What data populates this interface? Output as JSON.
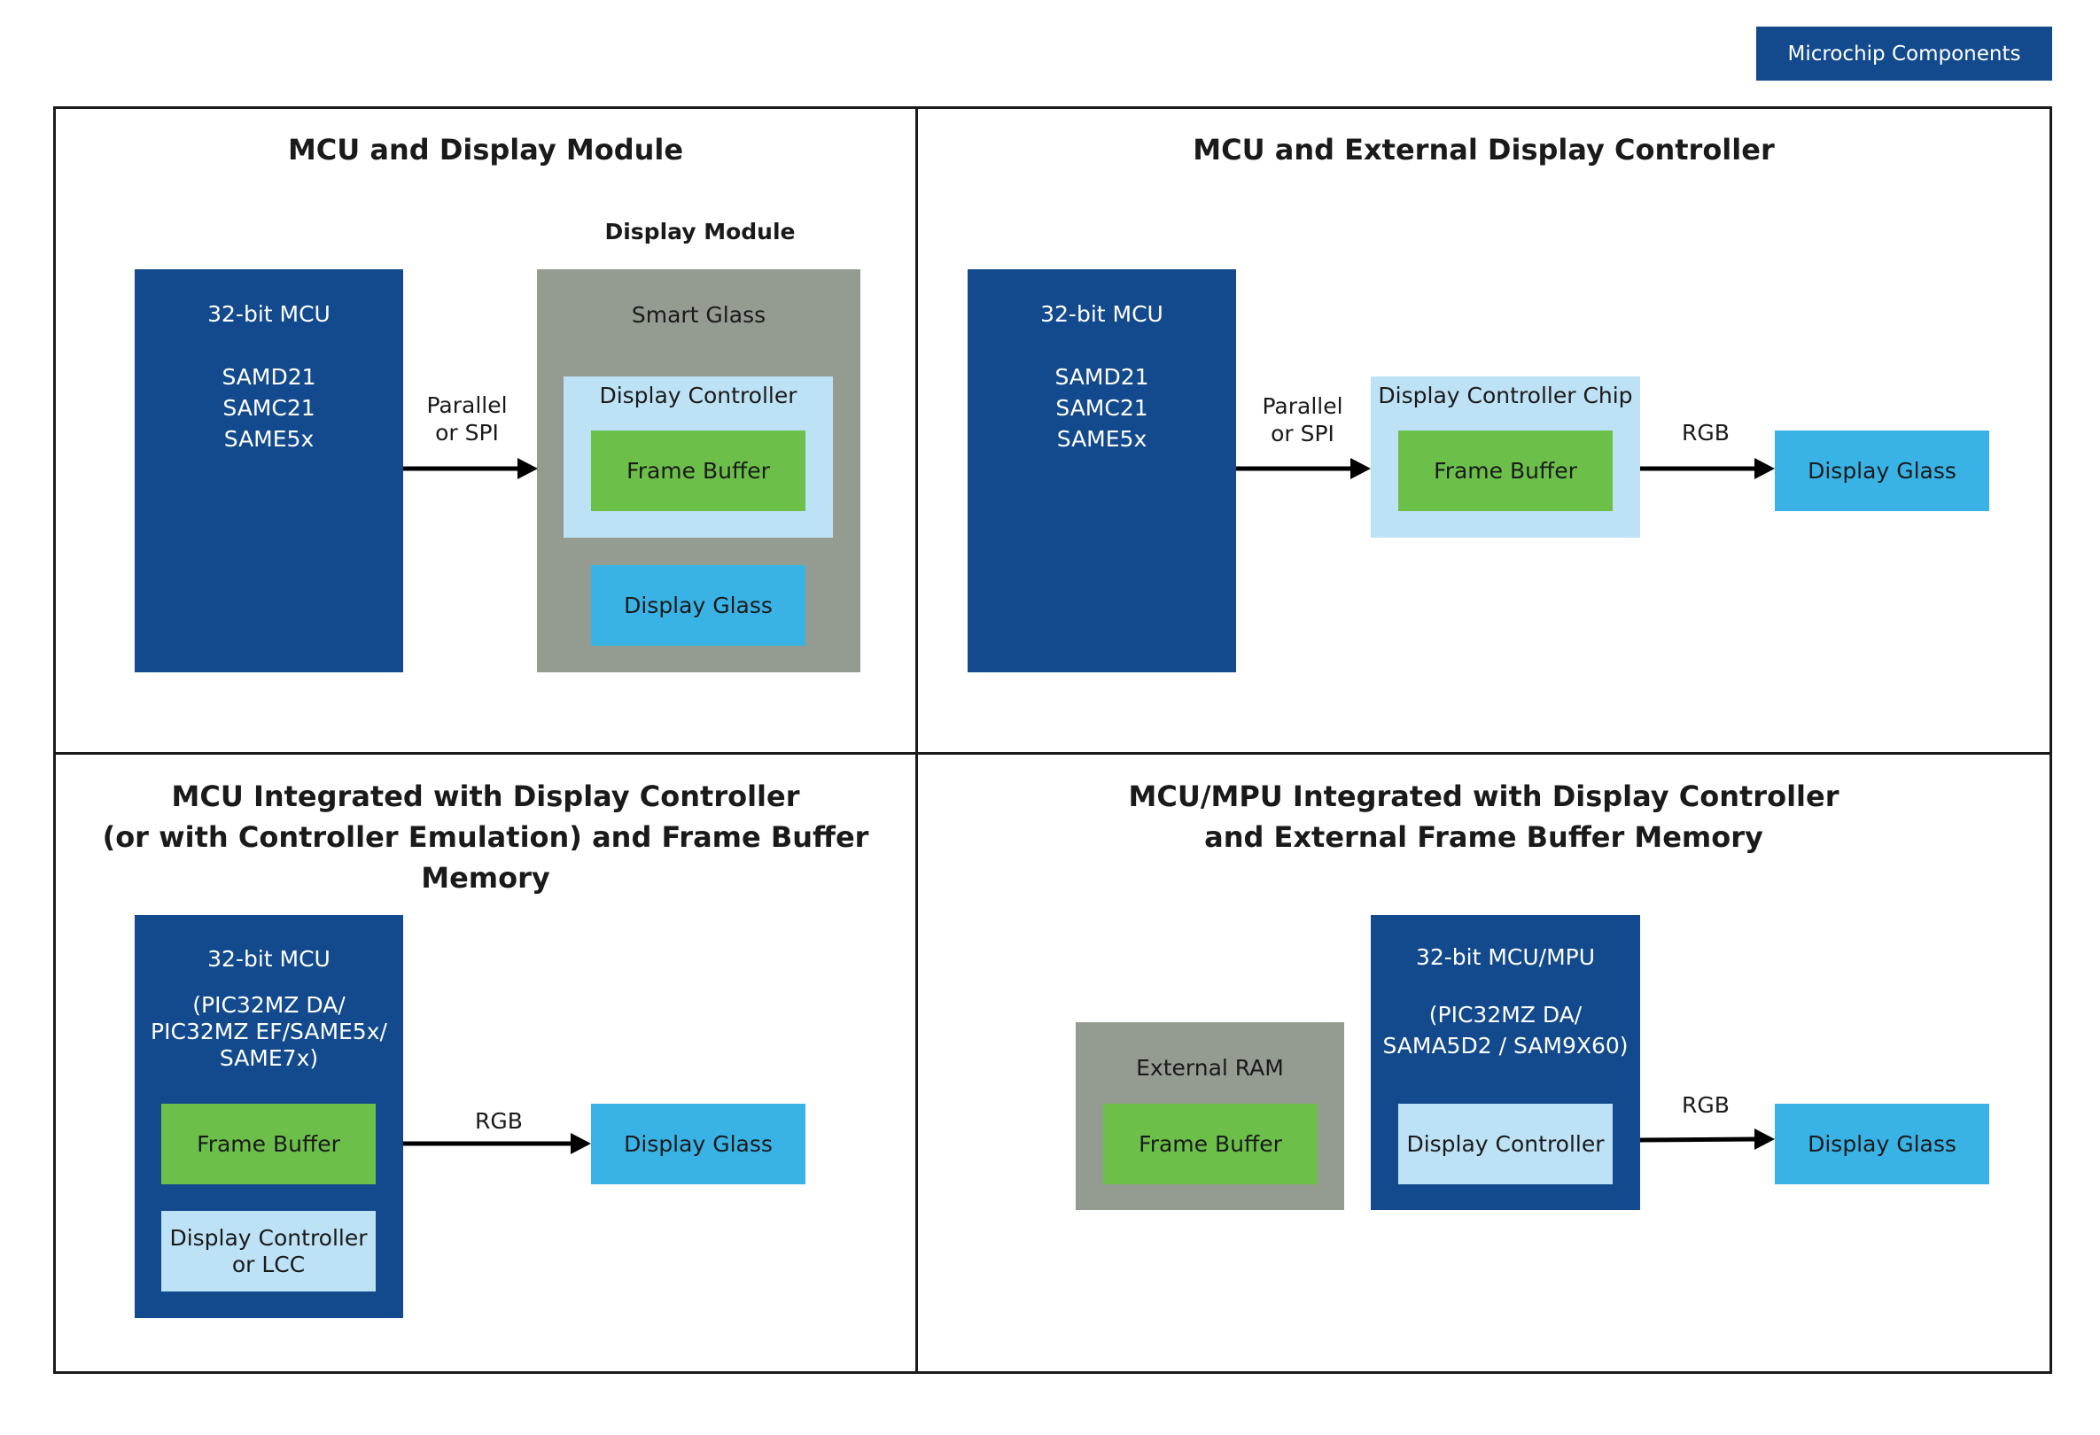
{
  "legend": {
    "label": "Microchip Components"
  },
  "colors": {
    "microchip_navy": "#134a8e",
    "module_gray": "#949b91",
    "controller_lightblue": "#bde2f6",
    "frame_buffer_green": "#6cc04a",
    "display_glass_cyan": "#39b3e5"
  },
  "q1": {
    "title": "MCU and Display Module",
    "module_label": "Display Module",
    "mcu": {
      "lines": [
        "32-bit MCU",
        "SAMD21",
        "SAMC21",
        "SAME5x"
      ]
    },
    "arrow_label": [
      "Parallel",
      "or SPI"
    ],
    "smart_glass": "Smart Glass",
    "display_controller": "Display Controller",
    "frame_buffer": "Frame Buffer",
    "display_glass": "Display Glass"
  },
  "q2": {
    "title": "MCU and External Display Controller",
    "mcu": {
      "lines": [
        "32-bit MCU",
        "SAMD21",
        "SAMC21",
        "SAME5x"
      ]
    },
    "arrow1_label": [
      "Parallel",
      "or SPI"
    ],
    "controller_chip": "Display Controller Chip",
    "frame_buffer": "Frame Buffer",
    "arrow2_label": "RGB",
    "display_glass": "Display Glass"
  },
  "q3": {
    "title_lines": [
      "MCU Integrated with Display Controller",
      "(or with Controller Emulation) and Frame Buffer Memory"
    ],
    "mcu": {
      "lines": [
        "32-bit MCU",
        "(PIC32MZ DA/",
        "PIC32MZ EF/SAME5x/",
        "SAME7x)"
      ]
    },
    "frame_buffer": "Frame Buffer",
    "display_controller": [
      "Display Controller",
      "or LCC"
    ],
    "arrow_label": "RGB",
    "display_glass": "Display Glass"
  },
  "q4": {
    "title_lines": [
      "MCU/MPU Integrated with Display Controller",
      "and External Frame Buffer Memory"
    ],
    "external_ram": "External RAM",
    "frame_buffer": "Frame Buffer",
    "mcu": {
      "lines": [
        "32-bit MCU/MPU",
        "(PIC32MZ DA/",
        "SAMA5D2 / SAM9X60)"
      ]
    },
    "display_controller": "Display Controller",
    "arrow_label": "RGB",
    "display_glass": "Display Glass"
  }
}
